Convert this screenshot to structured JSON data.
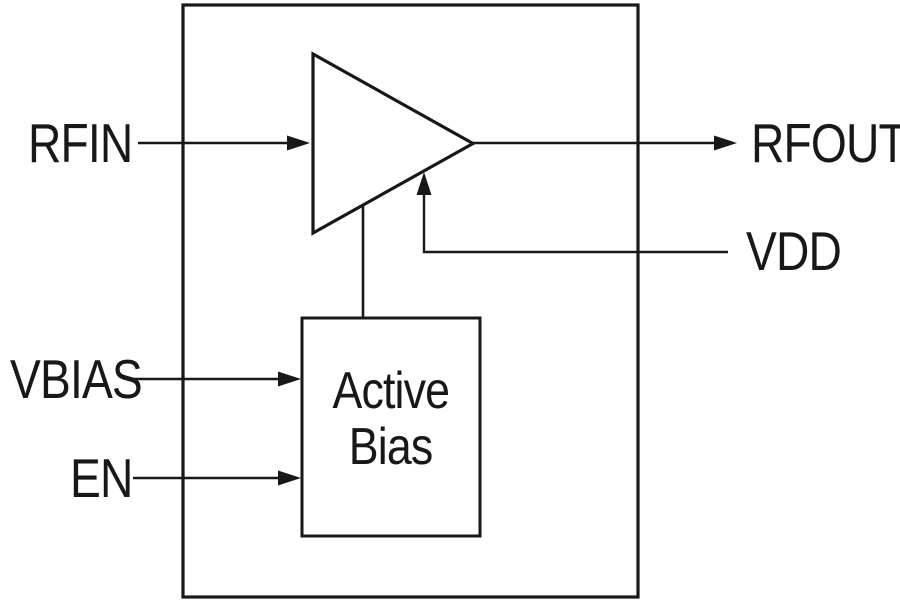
{
  "diagram": {
    "labels": {
      "rfin": "RFIN",
      "rfout": "RFOUT",
      "vdd": "VDD",
      "vbias": "VBIAS",
      "en": "EN",
      "active_bias_line1": "Active",
      "active_bias_line2": "Bias"
    },
    "colors": {
      "stroke": "#181818",
      "background": "#ffffff"
    }
  }
}
